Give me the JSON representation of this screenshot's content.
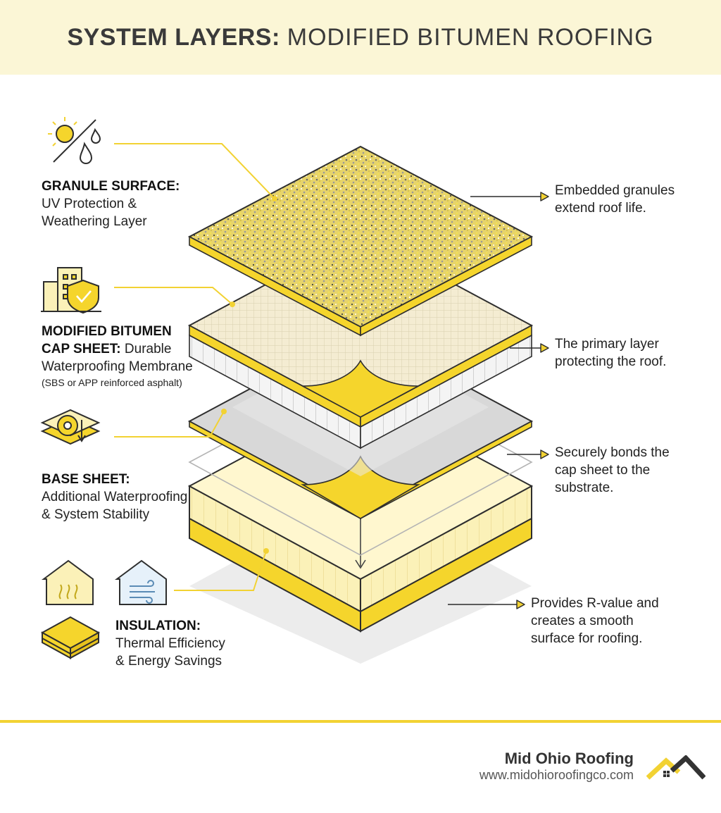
{
  "header": {
    "title_bold": "SYSTEM LAYERS:",
    "title_light": "MODIFIED BITUMEN ROOFING"
  },
  "layers": [
    {
      "name": "GRANULE SURFACE:",
      "desc_lines": [
        "UV Protection &",
        "Weathering Layer"
      ],
      "icon": "sun-and-rain-icon",
      "note_lines": [
        "Embedded granules",
        "extend roof life."
      ]
    },
    {
      "name_lines": [
        "MODIFIED BITUMEN",
        "CAP SHEET:"
      ],
      "desc_inline": "Durable",
      "desc_lines": [
        "Waterproofing Membrane"
      ],
      "desc_small": "(SBS or APP reinforced asphalt)",
      "icon": "building-shield-icon",
      "note_lines": [
        "The primary layer",
        "protecting the roof."
      ]
    },
    {
      "name": "BASE SHEET:",
      "desc_lines": [
        "Additional Waterproofing",
        "& System Stability"
      ],
      "icon": "gear-layers-icon",
      "note_lines": [
        "Securely bonds the",
        "cap sheet to the",
        "substrate."
      ]
    },
    {
      "name": "INSULATION:",
      "desc_lines": [
        "Thermal Efficiency",
        "& Energy Savings"
      ],
      "icons": [
        "house-heat-icon",
        "house-wind-icon",
        "insulation-board-icon"
      ],
      "note_lines": [
        "Provides R-value and",
        "creates a smooth",
        "surface for roofing."
      ]
    }
  ],
  "footer": {
    "brand": "Mid Ohio Roofing",
    "url": "www.midohioroofingco.com",
    "logo": "roof-logo-icon"
  },
  "colors": {
    "accent_yellow": "#f2d233",
    "header_band": "#fbf6d6",
    "outline": "#3a3a3a"
  }
}
